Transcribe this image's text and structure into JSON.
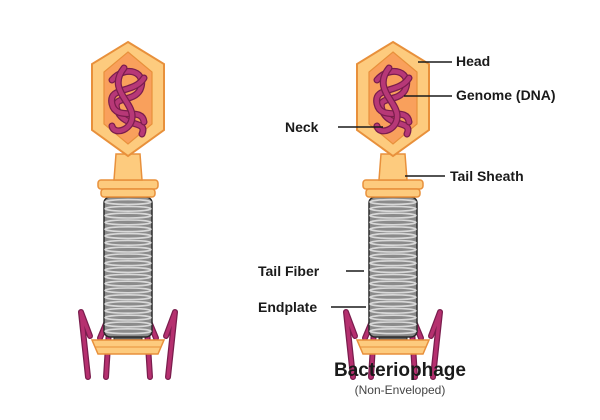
{
  "diagram": {
    "title": "Bacteriophage",
    "subtitle": "(Non-Enveloped)",
    "labels": {
      "head": "Head",
      "genome": "Genome (DNA)",
      "neck": "Neck",
      "tail_sheath": "Tail Sheath",
      "tail_fiber": "Tail Fiber",
      "endplate": "Endplate"
    },
    "side_id": "1536706846"
  },
  "colors": {
    "capsid_fill": "#FDCB7E",
    "capsid_outline": "#E8903B",
    "capsid_cavity": "#F9A05C",
    "dna_fill": "#B73877",
    "dna_outline": "#7A1D4D",
    "sheath_fill": "#8B8B8B",
    "sheath_ring": "#D9D9D9",
    "fiber": "#B5306F",
    "outline": "#2B2B2B"
  }
}
